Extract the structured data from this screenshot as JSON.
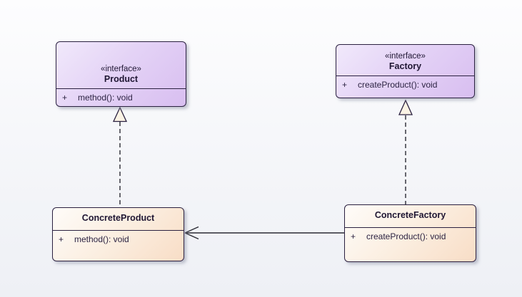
{
  "diagram": {
    "kind": "uml-class-diagram",
    "nodes": [
      {
        "id": "product",
        "stereotype": "«interface»",
        "name": "Product",
        "members": [
          {
            "visibility": "+",
            "signature": "method(): void"
          }
        ]
      },
      {
        "id": "factory",
        "stereotype": "«interface»",
        "name": "Factory",
        "members": [
          {
            "visibility": "+",
            "signature": "createProduct(): void"
          }
        ]
      },
      {
        "id": "concrete-product",
        "stereotype": "",
        "name": "ConcreteProduct",
        "members": [
          {
            "visibility": "+",
            "signature": "method(): void"
          }
        ]
      },
      {
        "id": "concrete-factory",
        "stereotype": "",
        "name": "ConcreteFactory",
        "members": [
          {
            "visibility": "+",
            "signature": "createProduct(): void"
          }
        ]
      }
    ],
    "edges": [
      {
        "from": "concrete-product",
        "to": "product",
        "type": "realization",
        "style": "dashed-hollow-triangle"
      },
      {
        "from": "concrete-factory",
        "to": "factory",
        "type": "realization",
        "style": "dashed-hollow-triangle"
      },
      {
        "from": "concrete-factory",
        "to": "concrete-product",
        "type": "dependency",
        "style": "solid-open-arrow"
      }
    ],
    "colors": {
      "interface_fill_light": "#f1e9fb",
      "interface_fill_dark": "#d8bef0",
      "class_fill_light": "#fefcf9",
      "class_fill_dark": "#f8ddc6",
      "border": "#2b2140",
      "text": "#1f1633",
      "line": "#2a2a33",
      "triangle_fill": "#fbf3e4",
      "background_top": "#fdfdfe",
      "background_bottom": "#eef0f5"
    }
  }
}
